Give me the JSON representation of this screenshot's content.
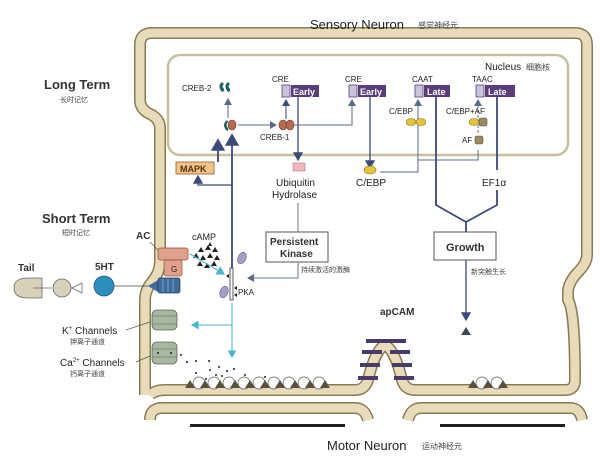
{
  "titles": {
    "sensory_neuron": "Sensory Neuron",
    "sensory_neuron_cn": "感觉神经元",
    "motor_neuron": "Motor Neuron",
    "motor_neuron_cn": "运动神经元",
    "nucleus": "Nucleus",
    "nucleus_cn": "细胞核"
  },
  "memory": {
    "long_term": "Long Term",
    "long_term_cn": "长时记忆",
    "short_term": "Short Term",
    "short_term_cn": "短时记忆"
  },
  "genes": [
    {
      "promoter": "CRE",
      "label": "Early"
    },
    {
      "promoter": "CRE",
      "label": "Early"
    },
    {
      "promoter": "CAAT",
      "label": "Late"
    },
    {
      "promoter": "TAAC",
      "label": "Late"
    }
  ],
  "labels": {
    "creb2": "CREB-2",
    "creb1": "CREB-1",
    "cebp_nuc": "C/EBP",
    "cebp_af": "C/EBP+AF",
    "af": "AF",
    "mapk": "MAPK",
    "ubiquitin": "Ubiquitin",
    "hydrolase": "Hydrolase",
    "cebp_out": "C/EBP",
    "ef1a": "EF1α",
    "persistent": "Persistent",
    "kinase": "Kinase",
    "persistent_kinase_cn": "持续激活的激酶",
    "growth": "Growth",
    "growth_cn": "新突触生长",
    "camp": "cAMP",
    "ac": "AC",
    "g": "G",
    "pka": "PKA",
    "tail": "Tail",
    "5ht": "5HT",
    "k_channels_prefix": "K",
    "k_channels_sup": "+",
    "k_channels_suffix": " Channels",
    "k_channels_cn": "钾离子通道",
    "ca_channels_prefix": "Ca",
    "ca_channels_sup": "2+",
    "ca_channels_suffix": " Channels",
    "ca_channels_cn": "钙离子通道",
    "apcam": "apCAM"
  },
  "colors": {
    "membrane_fill": "#e8dcb8",
    "membrane_stroke": "#8a7a55",
    "gene_box": "#5a3d7a",
    "promoter_box": "#c9c3dc",
    "arrow_dark": "#3b4a7a",
    "arrow_cyan": "#4bb3d0",
    "creb1": "#b86a50",
    "creb2": "#1e5f5a",
    "cebp": "#e6c23a",
    "af": "#9a8a60",
    "mapk": "#f2c48a",
    "ac": "#e0a08a",
    "serotonin_receptor": "#3f6d9a",
    "channel": "#a8b8a0",
    "fivehtball": "#2d8fc0",
    "apcam": "#4a3a6a"
  }
}
